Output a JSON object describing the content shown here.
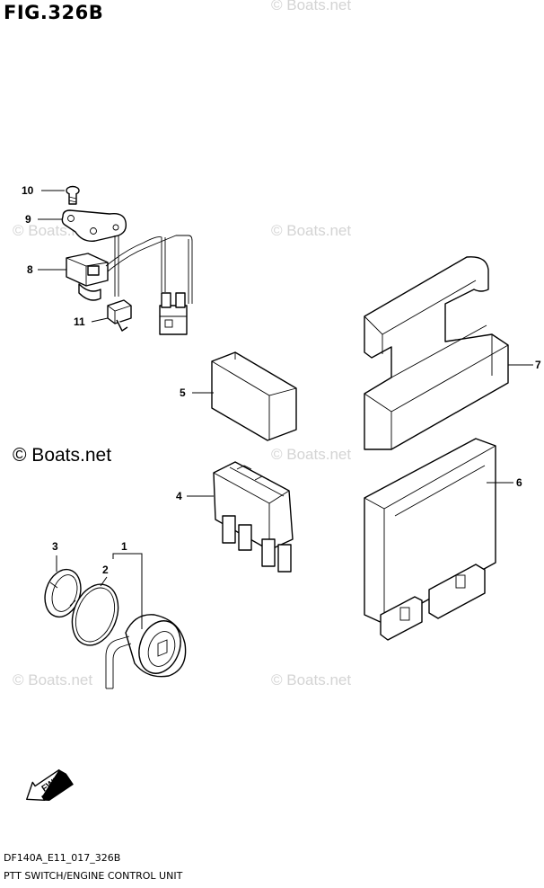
{
  "figure": {
    "title": "FIG.326B",
    "model_code": "DF140A_E11_017_326B",
    "caption": "PTT SWITCH/ENGINE CONTROL UNIT"
  },
  "watermarks": {
    "text": "© Boats.net",
    "prominent": "© Boats.net"
  },
  "callouts": [
    "10",
    "9",
    "8",
    "11",
    "5",
    "7",
    "4",
    "6",
    "3",
    "1",
    "2"
  ],
  "direction_marker": {
    "text": "FWD",
    "icon": "forward-arrow-icon"
  }
}
